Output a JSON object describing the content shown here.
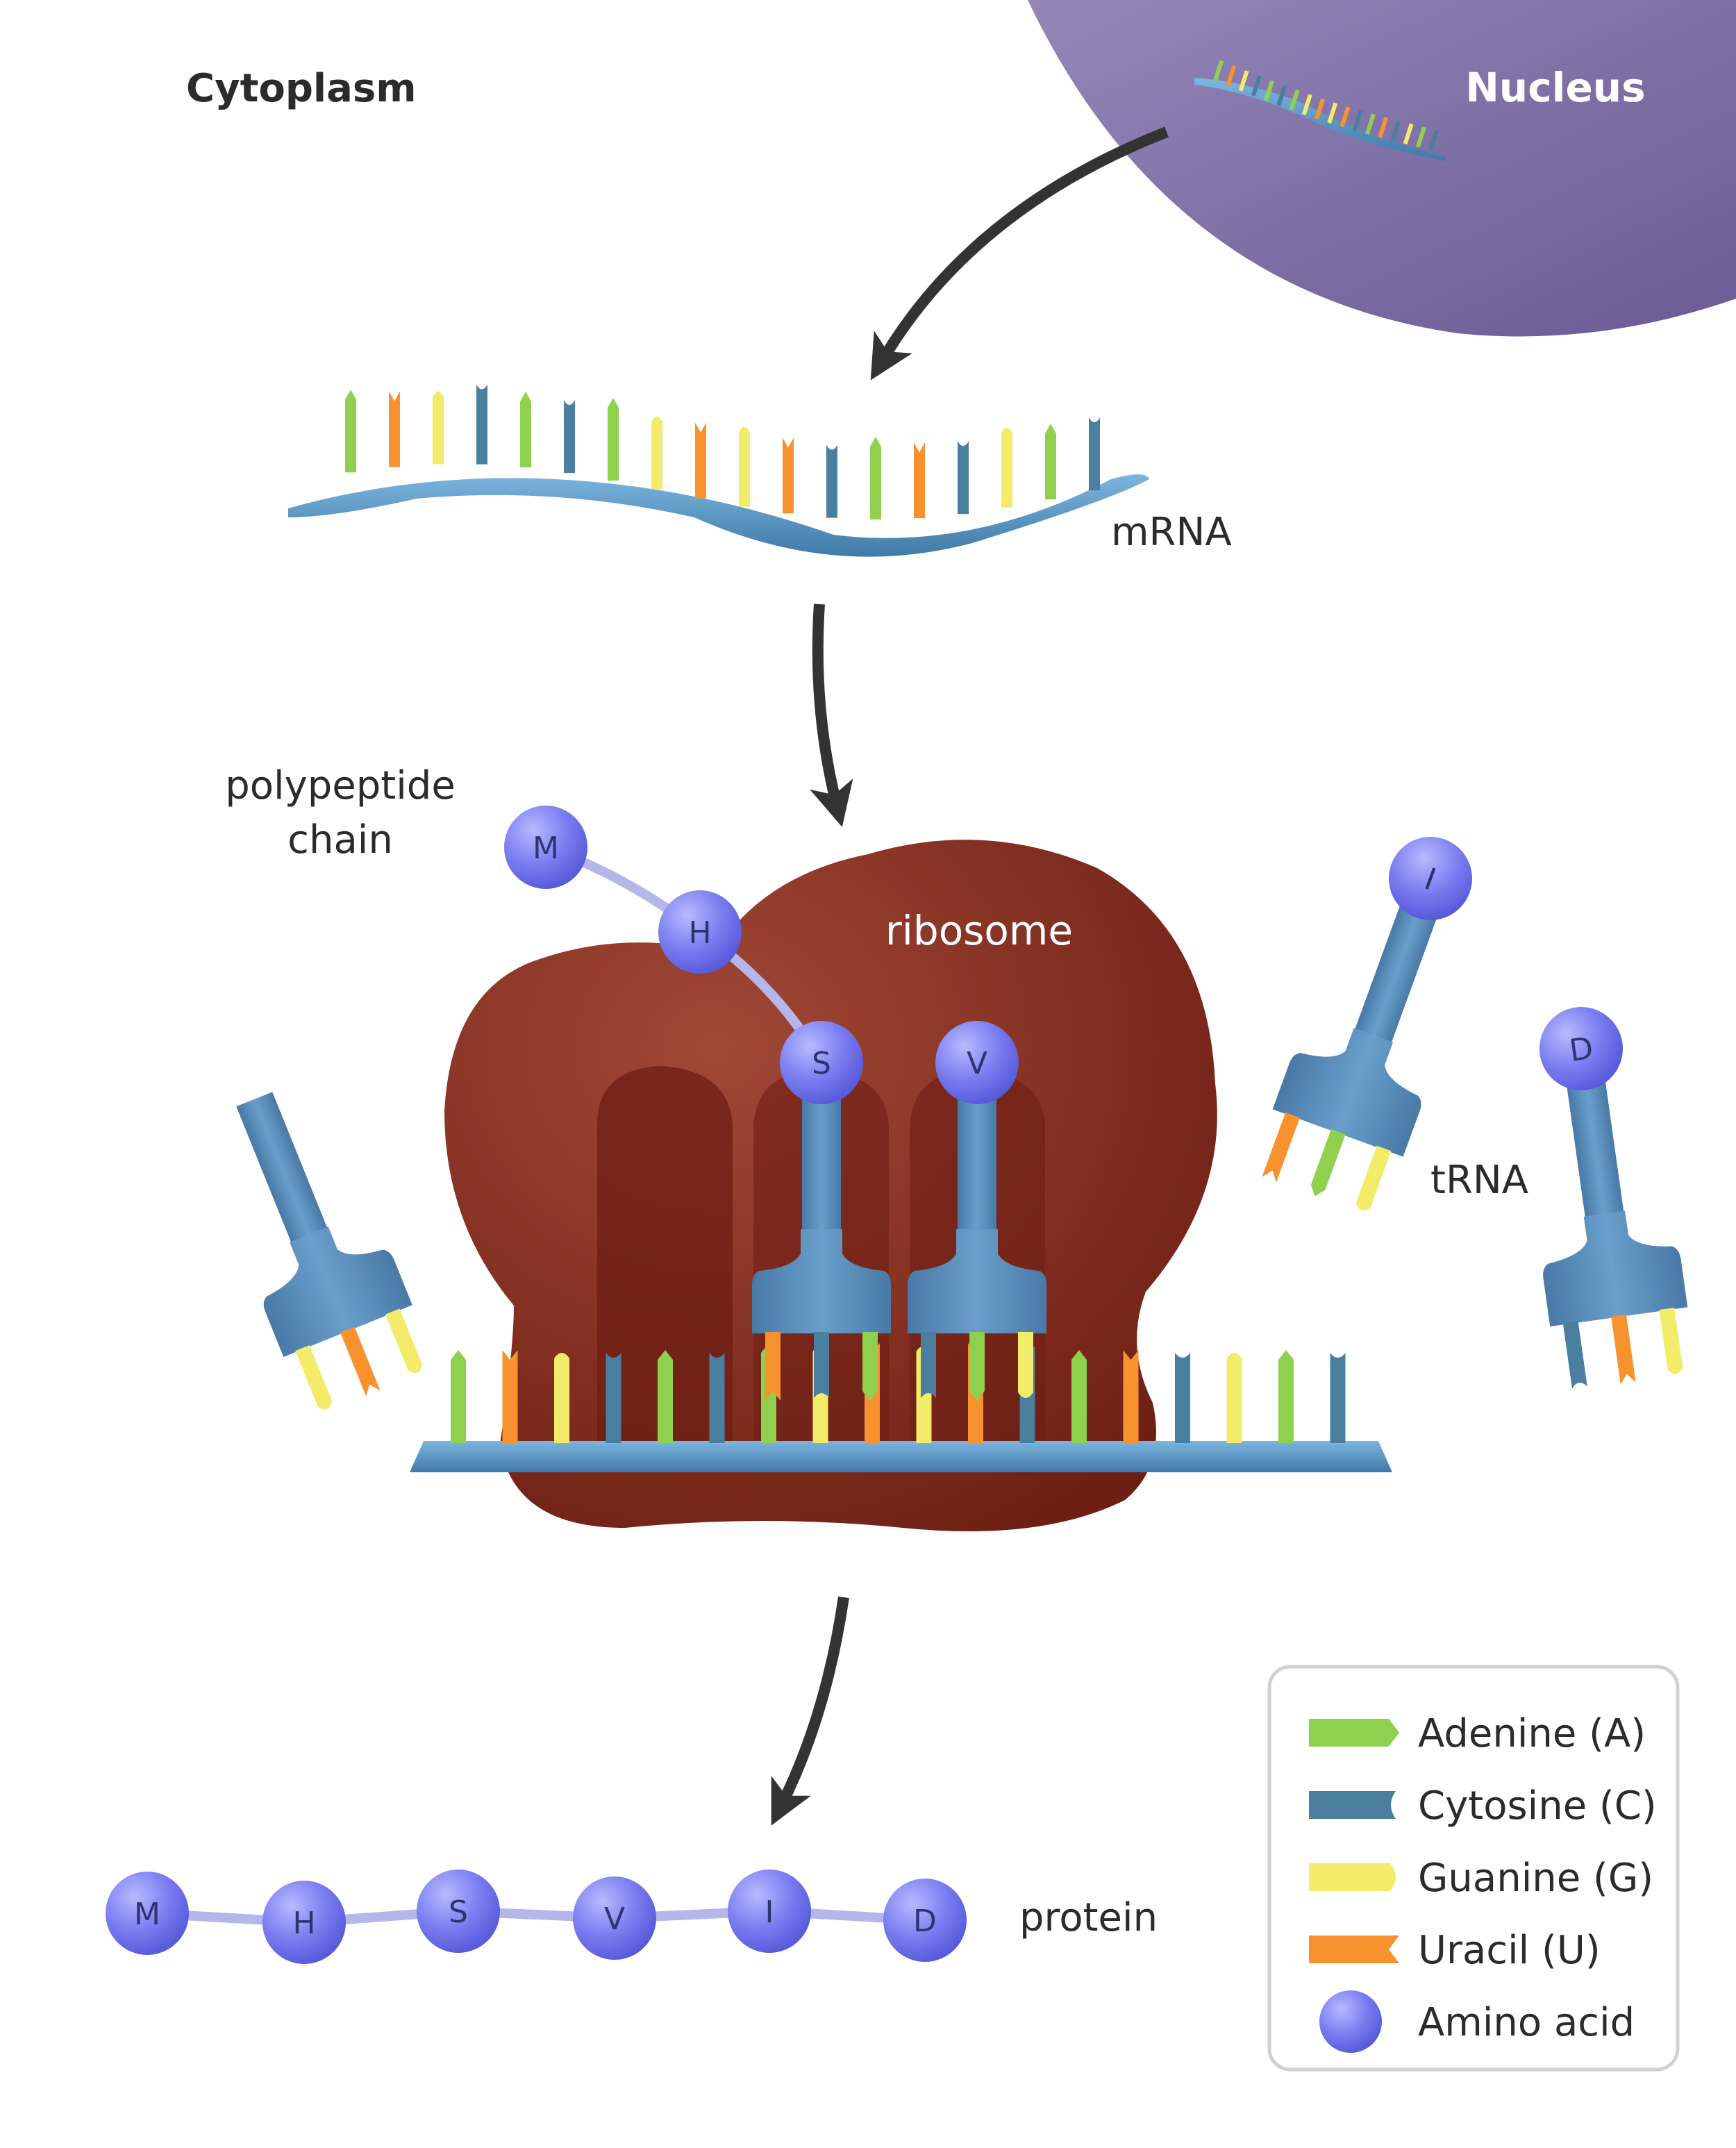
{
  "labels": {
    "cytoplasm": "Cytoplasm",
    "nucleus": "Nucleus",
    "mrna": "mRNA",
    "polypeptide_line1": "polypeptide",
    "polypeptide_line2": "chain",
    "ribosome": "ribosome",
    "trna": "tRNA",
    "protein": "protein"
  },
  "colors": {
    "adenine": "#8fd14f",
    "cytosine": "#4a7fa0",
    "guanine": "#f2ec6a",
    "uracil": "#f7922f",
    "amino_acid": "#7a7df0",
    "ribosome": "#8b2e1f",
    "nucleus": "#7a6aa3",
    "backbone": "#5a9ac8",
    "trna": "#5688b5",
    "arrow": "#333333"
  },
  "mrna_free_sequence": [
    "A",
    "U",
    "G",
    "C",
    "A",
    "C",
    "A",
    "G",
    "U",
    "G",
    "U",
    "C",
    "A",
    "U",
    "C",
    "G",
    "A",
    "C"
  ],
  "mrna_bound_sequence": [
    "A",
    "U",
    "G",
    "C",
    "A",
    "C",
    "A",
    "G",
    "U",
    "G",
    "U",
    "C",
    "A",
    "U",
    "C",
    "G",
    "A",
    "C"
  ],
  "polypeptide_chain": [
    "M",
    "H",
    "S",
    "V"
  ],
  "trna_in_ribosome": [
    {
      "amino_acid": "S",
      "anticodon": [
        "U",
        "C",
        "A"
      ]
    },
    {
      "amino_acid": "V",
      "anticodon": [
        "C",
        "A",
        "G"
      ]
    }
  ],
  "free_trna": [
    {
      "amino_acid": "",
      "anticodon": [
        "G",
        "U",
        "G"
      ]
    },
    {
      "amino_acid": "I",
      "anticodon": [
        "U",
        "A",
        "G"
      ]
    },
    {
      "amino_acid": "D",
      "anticodon": [
        "C",
        "U",
        "G"
      ]
    }
  ],
  "protein": [
    "M",
    "H",
    "S",
    "V",
    "I",
    "D"
  ],
  "legend": [
    {
      "key": "adenine",
      "label": "Adenine (A)"
    },
    {
      "key": "cytosine",
      "label": "Cytosine (C)"
    },
    {
      "key": "guanine",
      "label": "Guanine (G)"
    },
    {
      "key": "uracil",
      "label": "Uracil (U)"
    },
    {
      "key": "amino_acid",
      "label": "Amino acid"
    }
  ]
}
